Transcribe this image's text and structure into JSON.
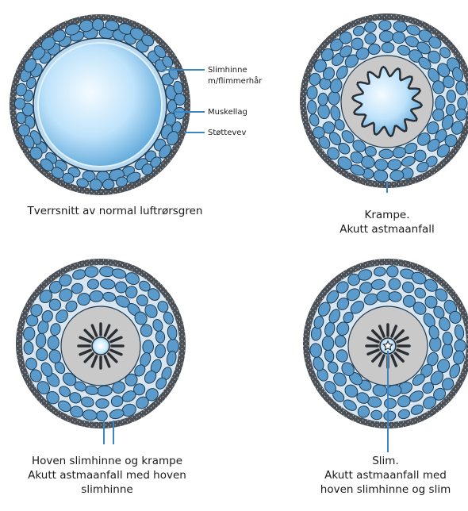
{
  "panels": [
    {
      "id": "normal",
      "labels": [
        "Slimhinne",
        "m/flimmerhår",
        "Muskellag",
        "Støttevev"
      ],
      "caption": [
        "Tverrsnitt av normal luftrørsgren"
      ]
    },
    {
      "id": "krampe",
      "caption": [
        "Krampe.",
        "Akutt astmaanfall"
      ]
    },
    {
      "id": "hoven",
      "caption": [
        "Hoven slimhinne og krampe",
        "Akutt astmaanfall med hoven",
        "slimhinne"
      ]
    },
    {
      "id": "slim",
      "caption": [
        "Slim.",
        "Akutt astmaanfall med",
        "hoven slimhinne og slim"
      ]
    }
  ],
  "colors": {
    "outer_ring": "#4a4f55",
    "cell": "#5b9bcb",
    "cell_border": "#1f3b52",
    "gray_mucosa": "#c9c9c9",
    "lumen_light": "#e6f4ff",
    "lumen_dark": "#59a8dc",
    "leader": "#3d86c6"
  }
}
